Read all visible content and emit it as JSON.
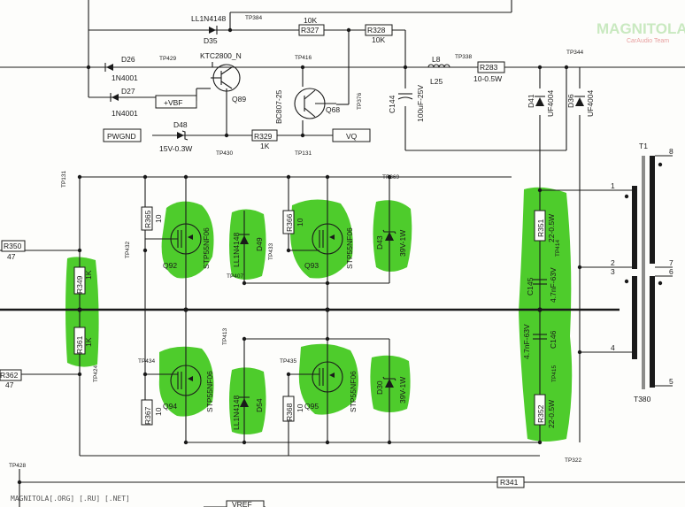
{
  "watermark": {
    "brand": "MAGNITOLA",
    "sub": "CarAudio Team"
  },
  "footer": "MAGNITOLA[.ORG] [.RU] [.NET]",
  "labels": {
    "lbl_ll1n4148_top": "LL1N4148",
    "lbl_d35": "D35",
    "lbl_tp384": "TP384",
    "lbl_r327": "R327",
    "lbl_10k_a": "10K",
    "lbl_r328": "R328",
    "lbl_10k_b": "10K",
    "lbl_d26": "D26",
    "lbl_1n4001_a": "1N4001",
    "lbl_d27": "D27",
    "lbl_1n4001_b": "1N4001",
    "lbl_tp429": "TP429",
    "lbl_ktc": "KTC2800_N",
    "lbl_q89": "Q89",
    "lbl_vbf": "+VBF",
    "lbl_tp416": "TP416",
    "lbl_bc807": "BC807-25",
    "lbl_q68": "Q68",
    "lbl_tp376": "TP376",
    "lbl_l8": "L8",
    "lbl_l25": "L25",
    "lbl_tp338": "TP338",
    "lbl_r283": "R283",
    "lbl_r283v": "10-0.5W",
    "lbl_c144": "C144",
    "lbl_c144v": "100uF-25V",
    "lbl_tp344": "TP344",
    "lbl_d41": "D41",
    "lbl_uf4004_a": "UF4004",
    "lbl_d36": "D36",
    "lbl_uf4004_b": "UF4004",
    "lbl_d48": "D48",
    "lbl_d48v": "15V-0.3W",
    "lbl_pwgnd": "PWGND",
    "lbl_tp430": "TP430",
    "lbl_r329": "R329",
    "lbl_1k": "1K",
    "lbl_tp131": "TP131",
    "lbl_vq": "VQ",
    "lbl_t1": "T1",
    "lbl_tp131b": "TP131",
    "lbl_tp369": "TP369",
    "lbl_r365": "R365",
    "lbl_10_a": "10",
    "lbl_r366": "R366",
    "lbl_10_b": "10",
    "lbl_r350": "R350",
    "lbl_47_a": "47",
    "lbl_tp432": "TP432",
    "lbl_tp433": "TP433",
    "lbl_q92": "Q92",
    "lbl_stp_a": "STP55NF06",
    "lbl_ll_b": "LL1N4148",
    "lbl_d49": "D49",
    "lbl_q93": "Q93",
    "lbl_stp_b": "STP55NF06",
    "lbl_d43": "D43",
    "lbl_d43v": "39V-1W",
    "lbl_tp407": "TP407",
    "lbl_r349": "R349",
    "lbl_1k_b": "1K",
    "lbl_r351": "R351",
    "lbl_r351v": "22-0.5W",
    "lbl_tp414": "TP414",
    "lbl_c145": "C145",
    "lbl_c145v": "4.7nF-63V",
    "lbl_c146": "C146",
    "lbl_c146v": "4.7nF-63V",
    "lbl_r361": "R361",
    "lbl_1k_c": "1K",
    "lbl_tp413": "TP413",
    "lbl_tp434": "TP434",
    "lbl_tp435": "TP435",
    "lbl_r362": "R362",
    "lbl_47_b": "47",
    "lbl_tp424": "TP424",
    "lbl_q94": "Q94",
    "lbl_stp_c": "STP55NF06",
    "lbl_ll_c": "LL1N4148",
    "lbl_d54": "D54",
    "lbl_q95": "Q95",
    "lbl_stp_d": "STP55NF06",
    "lbl_d30": "D30",
    "lbl_d30v": "39V-1W",
    "lbl_r367": "R367",
    "lbl_10_c": "10",
    "lbl_r368": "R368",
    "lbl_10_d": "10",
    "lbl_tp415": "TP415",
    "lbl_r352": "R352",
    "lbl_r352v": "22-0.5W",
    "lbl_tp322": "TP322",
    "lbl_t380": "T380",
    "lbl_pin1": "1",
    "lbl_pin2": "2",
    "lbl_pin3": "3",
    "lbl_pin4": "4",
    "lbl_pin5": "5",
    "lbl_pin6": "6",
    "lbl_pin7": "7",
    "lbl_pin8": "8",
    "lbl_tp428": "TP428",
    "lbl_r341": "R341",
    "lbl_vref": "VREF"
  },
  "colors": {
    "highlight": "#3fc81a",
    "ink": "#1a1a1a",
    "paper": "#fdfdfb"
  }
}
